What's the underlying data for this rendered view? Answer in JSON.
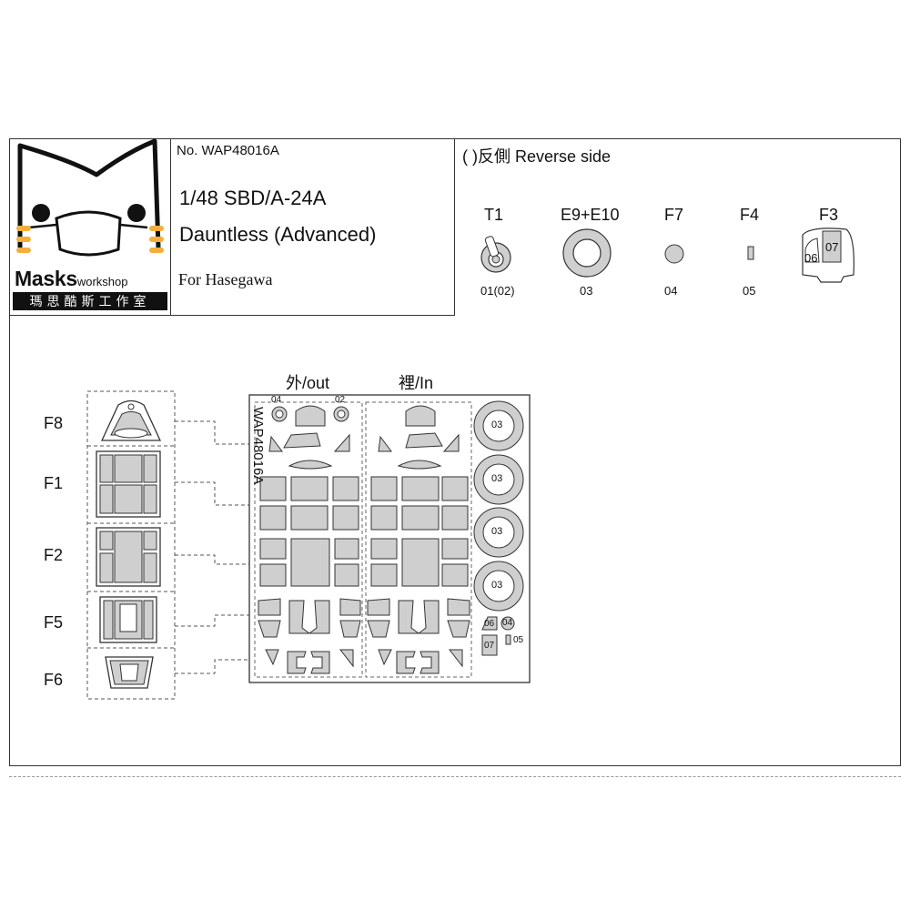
{
  "header": {
    "catalog_no": "No. WAP48016A",
    "title_line1": "1/48 SBD/A-24A",
    "title_line2": "Dauntless (Advanced)",
    "for_kit": "For Hasegawa"
  },
  "logo": {
    "word_main": "Masks",
    "word_sub": "workshop",
    "chinese_name": "瑪思酷斯工作室"
  },
  "reverse_side": {
    "label": "( )反側  Reverse side",
    "parts": [
      {
        "name": "T1",
        "code": "01(02)"
      },
      {
        "name": "E9+E10",
        "code": "03"
      },
      {
        "name": "F7",
        "code": "04"
      },
      {
        "name": "F4",
        "code": "05"
      },
      {
        "name": "F3",
        "code": "",
        "inner_codes": [
          "06",
          "07"
        ]
      }
    ]
  },
  "diagram": {
    "column_out": "外/out",
    "column_in": "裡/In",
    "vertical_code": "WAP48016A",
    "row_labels": [
      "F8",
      "F1",
      "F2",
      "F5",
      "F6"
    ],
    "small_codes": [
      "04",
      "02"
    ],
    "ring_codes": [
      "03",
      "03",
      "03",
      "03"
    ],
    "side_codes": [
      "06",
      "04",
      "07",
      "05"
    ]
  },
  "colors": {
    "mask_gray": "#cfcfcf",
    "outline": "#333333",
    "logo_accent": "#f2b03c"
  }
}
